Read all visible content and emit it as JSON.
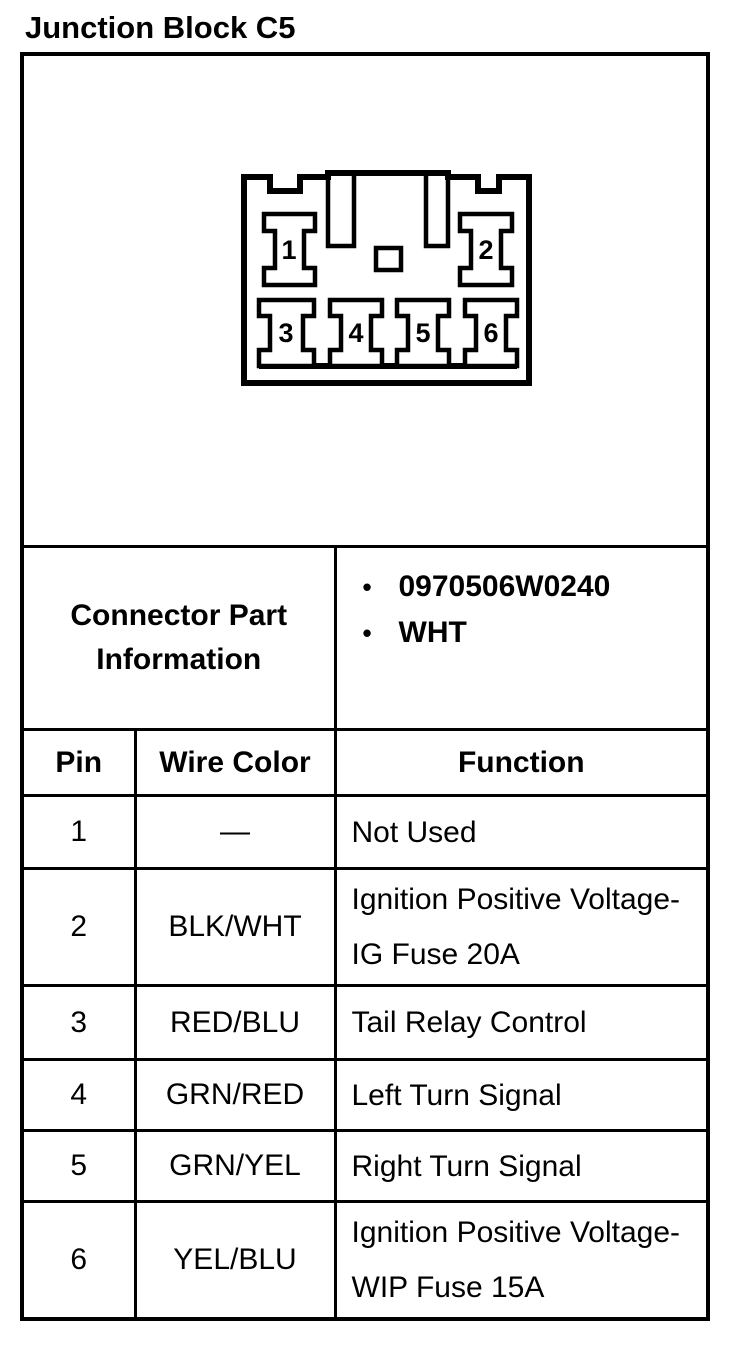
{
  "page": {
    "title": "Junction Block C5"
  },
  "connector": {
    "pin_labels": [
      "1",
      "2",
      "3",
      "4",
      "5",
      "6"
    ]
  },
  "part_info": {
    "title": "Connector Part Information",
    "bullets": [
      "0970506W0240",
      "WHT"
    ],
    "bullet_glyph": "•"
  },
  "pin_table": {
    "headers": [
      "Pin",
      "Wire Color",
      "Function"
    ],
    "rows": [
      {
        "pin": "1",
        "wire_color": "—",
        "function": "Not Used"
      },
      {
        "pin": "2",
        "wire_color": "BLK/WHT",
        "function": "Ignition Positive Voltage-IG Fuse 20A"
      },
      {
        "pin": "3",
        "wire_color": "RED/BLU",
        "function": "Tail Relay Control"
      },
      {
        "pin": "4",
        "wire_color": "GRN/RED",
        "function": "Left Turn Signal"
      },
      {
        "pin": "5",
        "wire_color": "GRN/YEL",
        "function": "Right Turn Signal"
      },
      {
        "pin": "6",
        "wire_color": "YEL/BLU",
        "function": "Ignition Positive Voltage-WIP Fuse 15A"
      }
    ]
  },
  "colors": {
    "ink": "#000000",
    "paper": "#ffffff"
  }
}
